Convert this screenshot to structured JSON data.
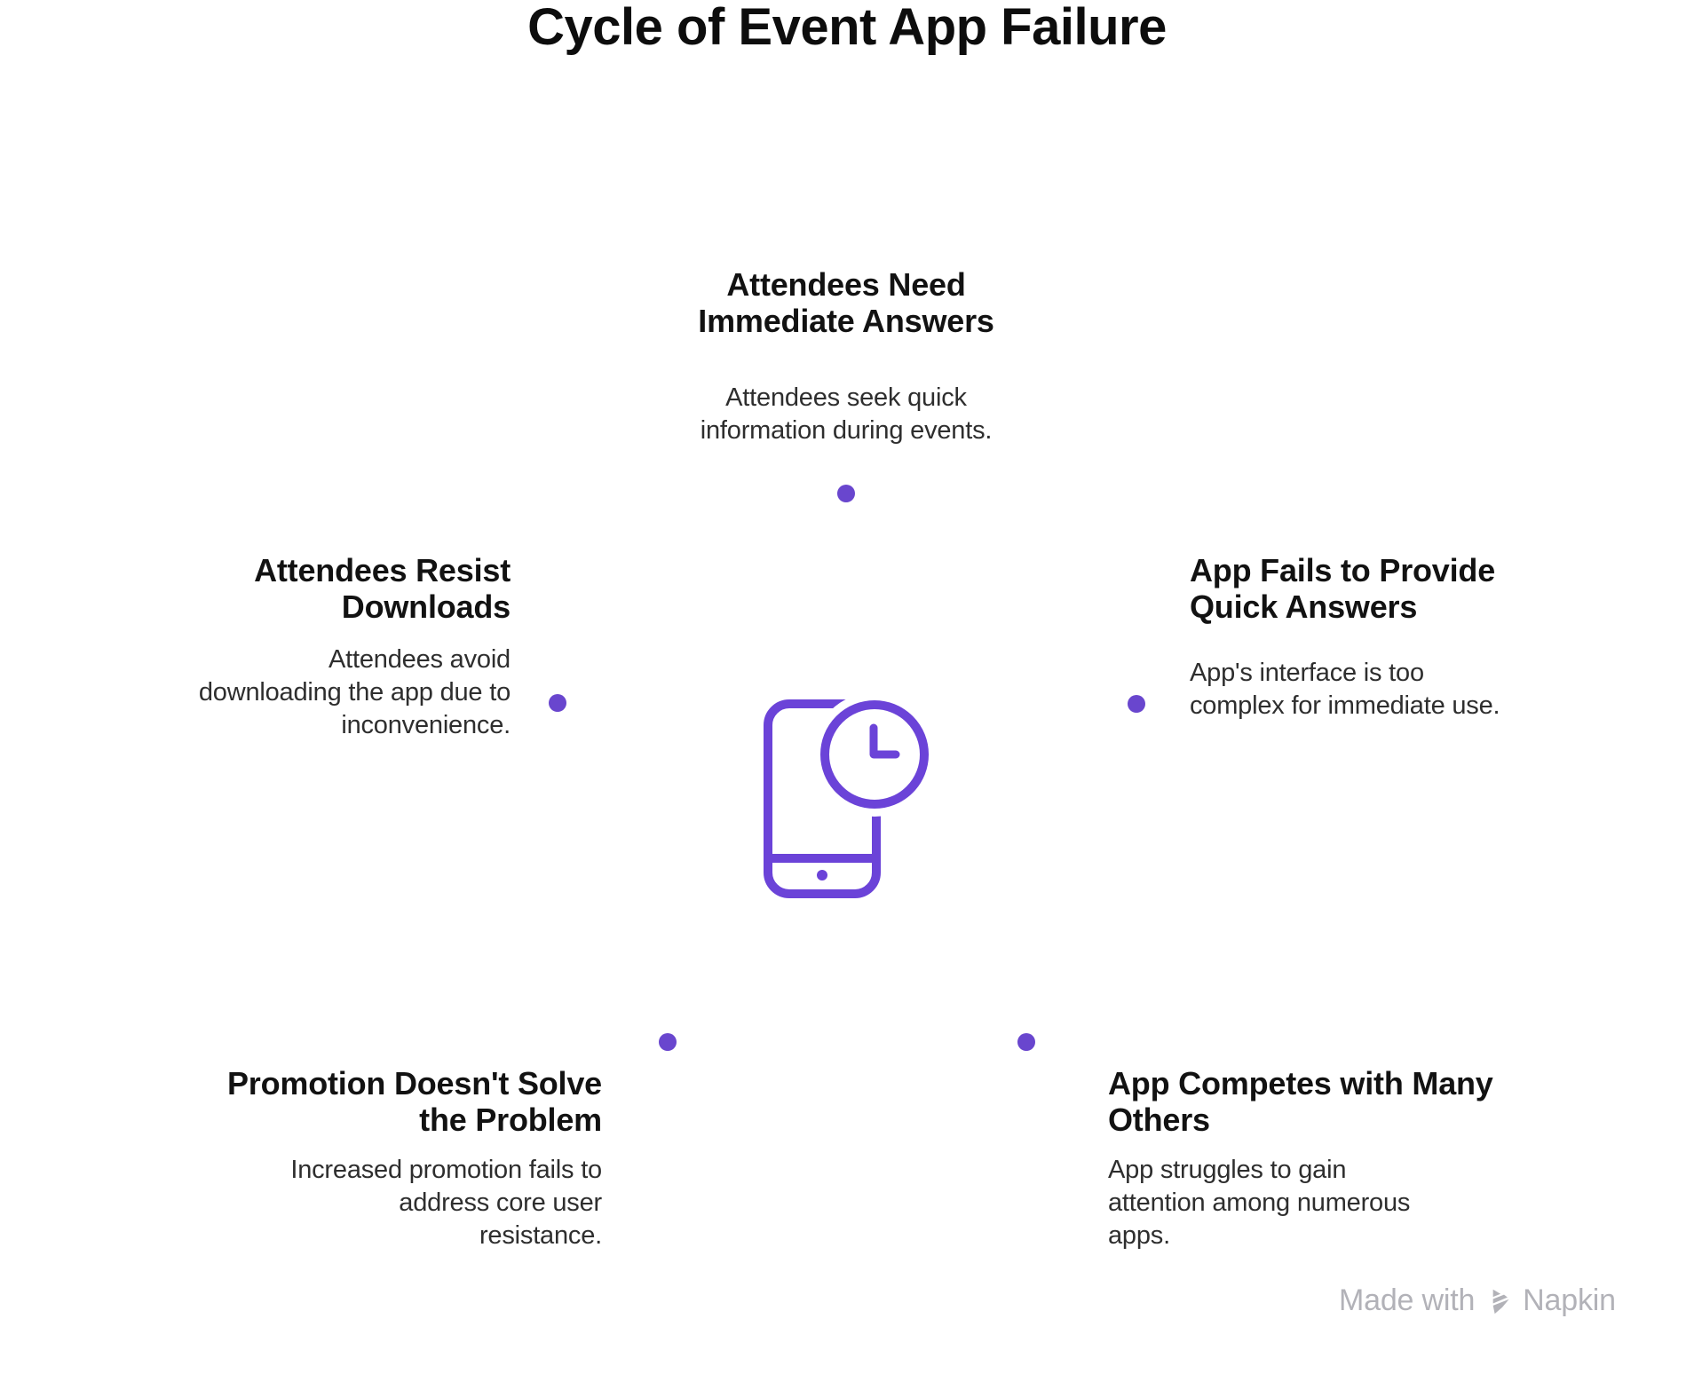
{
  "title": "Cycle of Event App Failure",
  "nodes": {
    "top": {
      "title": "Attendees Need\nImmediate Answers",
      "description": "Attendees seek quick\ninformation during events."
    },
    "right": {
      "title": "App Fails to Provide\nQuick Answers",
      "description": "App's interface is too\ncomplex for immediate use."
    },
    "bottom_right": {
      "title": "App Competes with Many\nOthers",
      "description": "App struggles to gain\nattention among numerous\napps."
    },
    "bottom_left": {
      "title": "Promotion Doesn't Solve\nthe Problem",
      "description": "Increased promotion fails to\naddress core user\nresistance."
    },
    "left": {
      "title": "Attendees Resist\nDownloads",
      "description": "Attendees avoid\ndownloading the app due to\ninconvenience."
    }
  },
  "center_icon": "smartphone-with-clock",
  "colors": {
    "background": "#ffffff",
    "title_text": "#0d0d0d",
    "body_text": "#2e2e2e",
    "accent_purple": "#6946CE",
    "icon_purple": "#6B43D8",
    "watermark_gray": "#b2b2b8"
  },
  "watermark": {
    "prefix": "Made with",
    "brand": "Napkin",
    "logo": "napkin-logo"
  }
}
